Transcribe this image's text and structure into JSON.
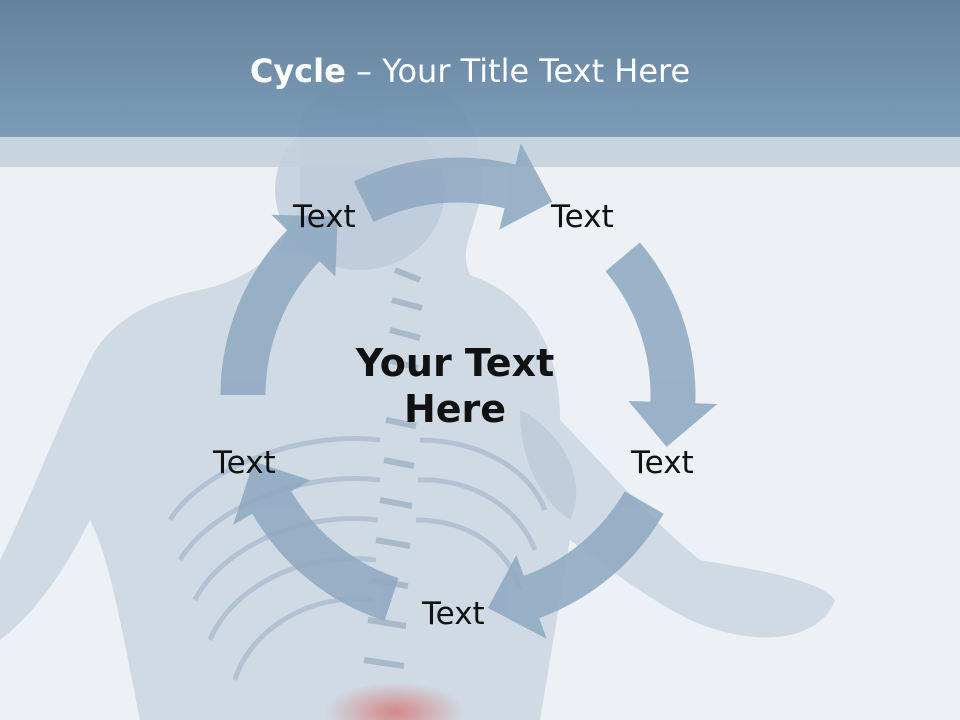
{
  "title": {
    "bold": "Cycle",
    "rest": " – Your Title Text Here"
  },
  "center": {
    "line1": "Your Text",
    "line2": "Here"
  },
  "labels": [
    "Text",
    "Text",
    "Text",
    "Text",
    "Text"
  ],
  "colors": {
    "arrow": "#8faac2",
    "header": "#6a8ba8",
    "band": "#c3d0dc"
  }
}
